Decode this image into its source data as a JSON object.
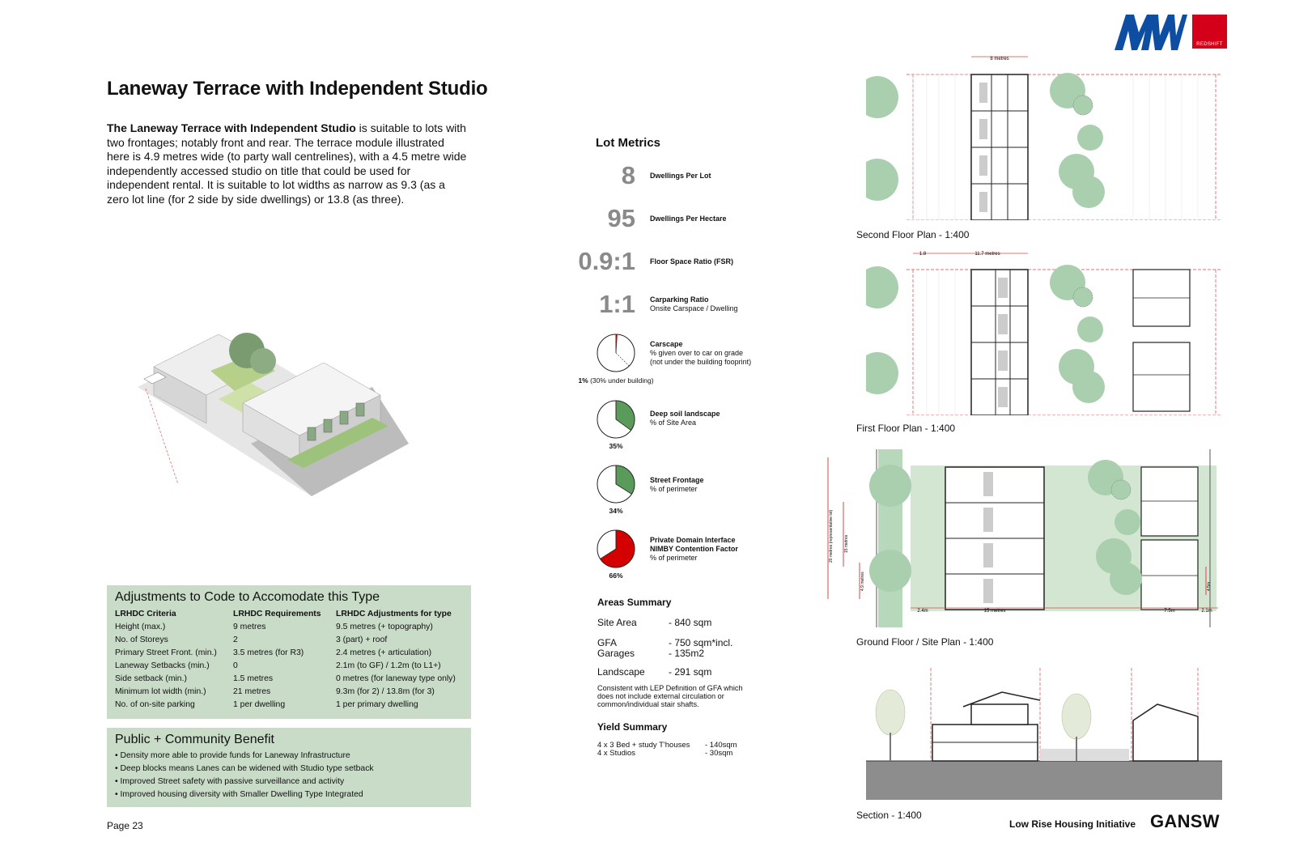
{
  "title": "Laneway Terrace with Independent Studio",
  "intro": {
    "bold": "The Laneway Terrace with Independent Studio",
    "rest": " is suitable to lots with two frontages; notably front and rear. The terrace module illustrated here is 4.9 metres wide (to party wall centrelines), with a 4.5 metre wide independently accessed studio on title that could be used for independent rental. It is suitable to lot widths as narrow as 9.3 (as a zero lot line (for 2 side by side dwellings) or 13.8 (as three)."
  },
  "adjustments": {
    "heading": "Adjustments to Code to Accomodate this Type",
    "columns": [
      "LRHDC  Criteria",
      "LRHDC  Requirements",
      "LRHDC  Adjustments for type"
    ],
    "rows": [
      [
        "Height (max.)",
        "9 metres",
        "9.5 metres (+ topography)"
      ],
      [
        "No. of Storeys",
        "2",
        "3 (part) + roof"
      ],
      [
        "Primary Street Front. (min.)",
        "3.5 metres (for R3)",
        "2.4 metres (+ articulation)"
      ],
      [
        "Laneway Setbacks (min.)",
        "0",
        "2.1m (to GF) / 1.2m (to L1+)"
      ],
      [
        "Side setback (min.)",
        "1.5 metres",
        "0 metres (for laneway type only)"
      ],
      [
        "Minimum lot width (min.)",
        "21 metres",
        "9.3m (for 2) / 13.8m (for 3)"
      ],
      [
        "No. of on-site parking",
        "1 per dwelling",
        "1 per primary dwelling"
      ]
    ]
  },
  "benefit": {
    "heading": "Public + Community Benefit",
    "items": [
      "• Density more able to provide funds for Laneway Infrastructure",
      "• Deep blocks means Lanes can be widened with Studio type setback",
      "• Improved Street safety with passive surveillance and activity",
      "• Improved housing diversity with Smaller Dwelling Type Integrated"
    ]
  },
  "page_number": "Page 23",
  "lot_metrics": {
    "heading": "Lot Metrics",
    "big": [
      {
        "value": "8",
        "label": "Dwellings Per Lot"
      },
      {
        "value": "95",
        "label": "Dwellings Per Hectare"
      },
      {
        "value": "0.9:1",
        "label": "Floor Space Ratio (FSR)"
      },
      {
        "value": "1:1",
        "label": "Carparking Ratio",
        "sub": "Onsite Carspace / Dwelling"
      }
    ],
    "pies": [
      {
        "title": "Carscape",
        "sub1": "% given over to car on grade",
        "sub2": "(not under the building fooprint)",
        "pct_bold": "1%",
        "pct_rest": " (30% under building)",
        "fraction": 0.01,
        "color": "#d40000"
      },
      {
        "title": "Deep soil landscape",
        "sub1": "% of Site Area",
        "sub2": "",
        "pct_bold": "35%",
        "pct_rest": "",
        "fraction": 0.35,
        "color": "#5a9a5a"
      },
      {
        "title": "Street Frontage",
        "sub1": "% of perimeter",
        "sub2": "",
        "pct_bold": "34%",
        "pct_rest": "",
        "fraction": 0.34,
        "color": "#5a9a5a"
      },
      {
        "title": "Private Domain Interface",
        "title2": "NIMBY Contention Factor",
        "sub1": "% of perimeter",
        "sub2": "",
        "pct_bold": "66%",
        "pct_rest": "",
        "fraction": 0.66,
        "color": "#d40000"
      }
    ]
  },
  "areas": {
    "heading": "Areas Summary",
    "site_k": "Site Area",
    "site_v": "-  840 sqm",
    "gfa_k": "GFA",
    "gfa_v": "-  750 sqm*incl.",
    "gar_k": "Garages",
    "gar_v": "-  135m2",
    "land_k": "Landscape",
    "land_v": "-  291 sqm",
    "note": "Consistent with LEP Definition of GFA which does not include external circulation or common/individual stair shafts."
  },
  "yield": {
    "heading": "Yield Summary",
    "r1k": "4 x 3 Bed + study T'houses",
    "r1v": "- 140sqm",
    "r2k": "4 x Studios",
    "r2v": "-   30sqm"
  },
  "plans": {
    "second": "Second Floor Plan - 1:400",
    "first": "First Floor Plan - 1:400",
    "ground": "Ground Floor / Site Plan - 1:400",
    "section": "Section - 1:400",
    "dim_8m": "8 metres",
    "dim_117": "11.7 metres",
    "dim_15": "15 metres",
    "dim_75": "7.5m",
    "dim_24": "2.4m",
    "dim_21": "2.1m",
    "dim_18": "1.8",
    "dim_20": "20 metres (representative lot)",
    "dim_15v": "15 metres",
    "dim_49": "4.9 metres",
    "dim_45": "4.5m"
  },
  "logo": {
    "red_text": "REDSHIFT"
  },
  "footer": {
    "initiative": "Low Rise Housing Initiative",
    "org": "GANSW"
  },
  "colors": {
    "green_box": "#c8dcc8",
    "accent_red": "#d4001a",
    "logo_blue": "#0d4ea3",
    "tree_green": "#a9cfae"
  }
}
